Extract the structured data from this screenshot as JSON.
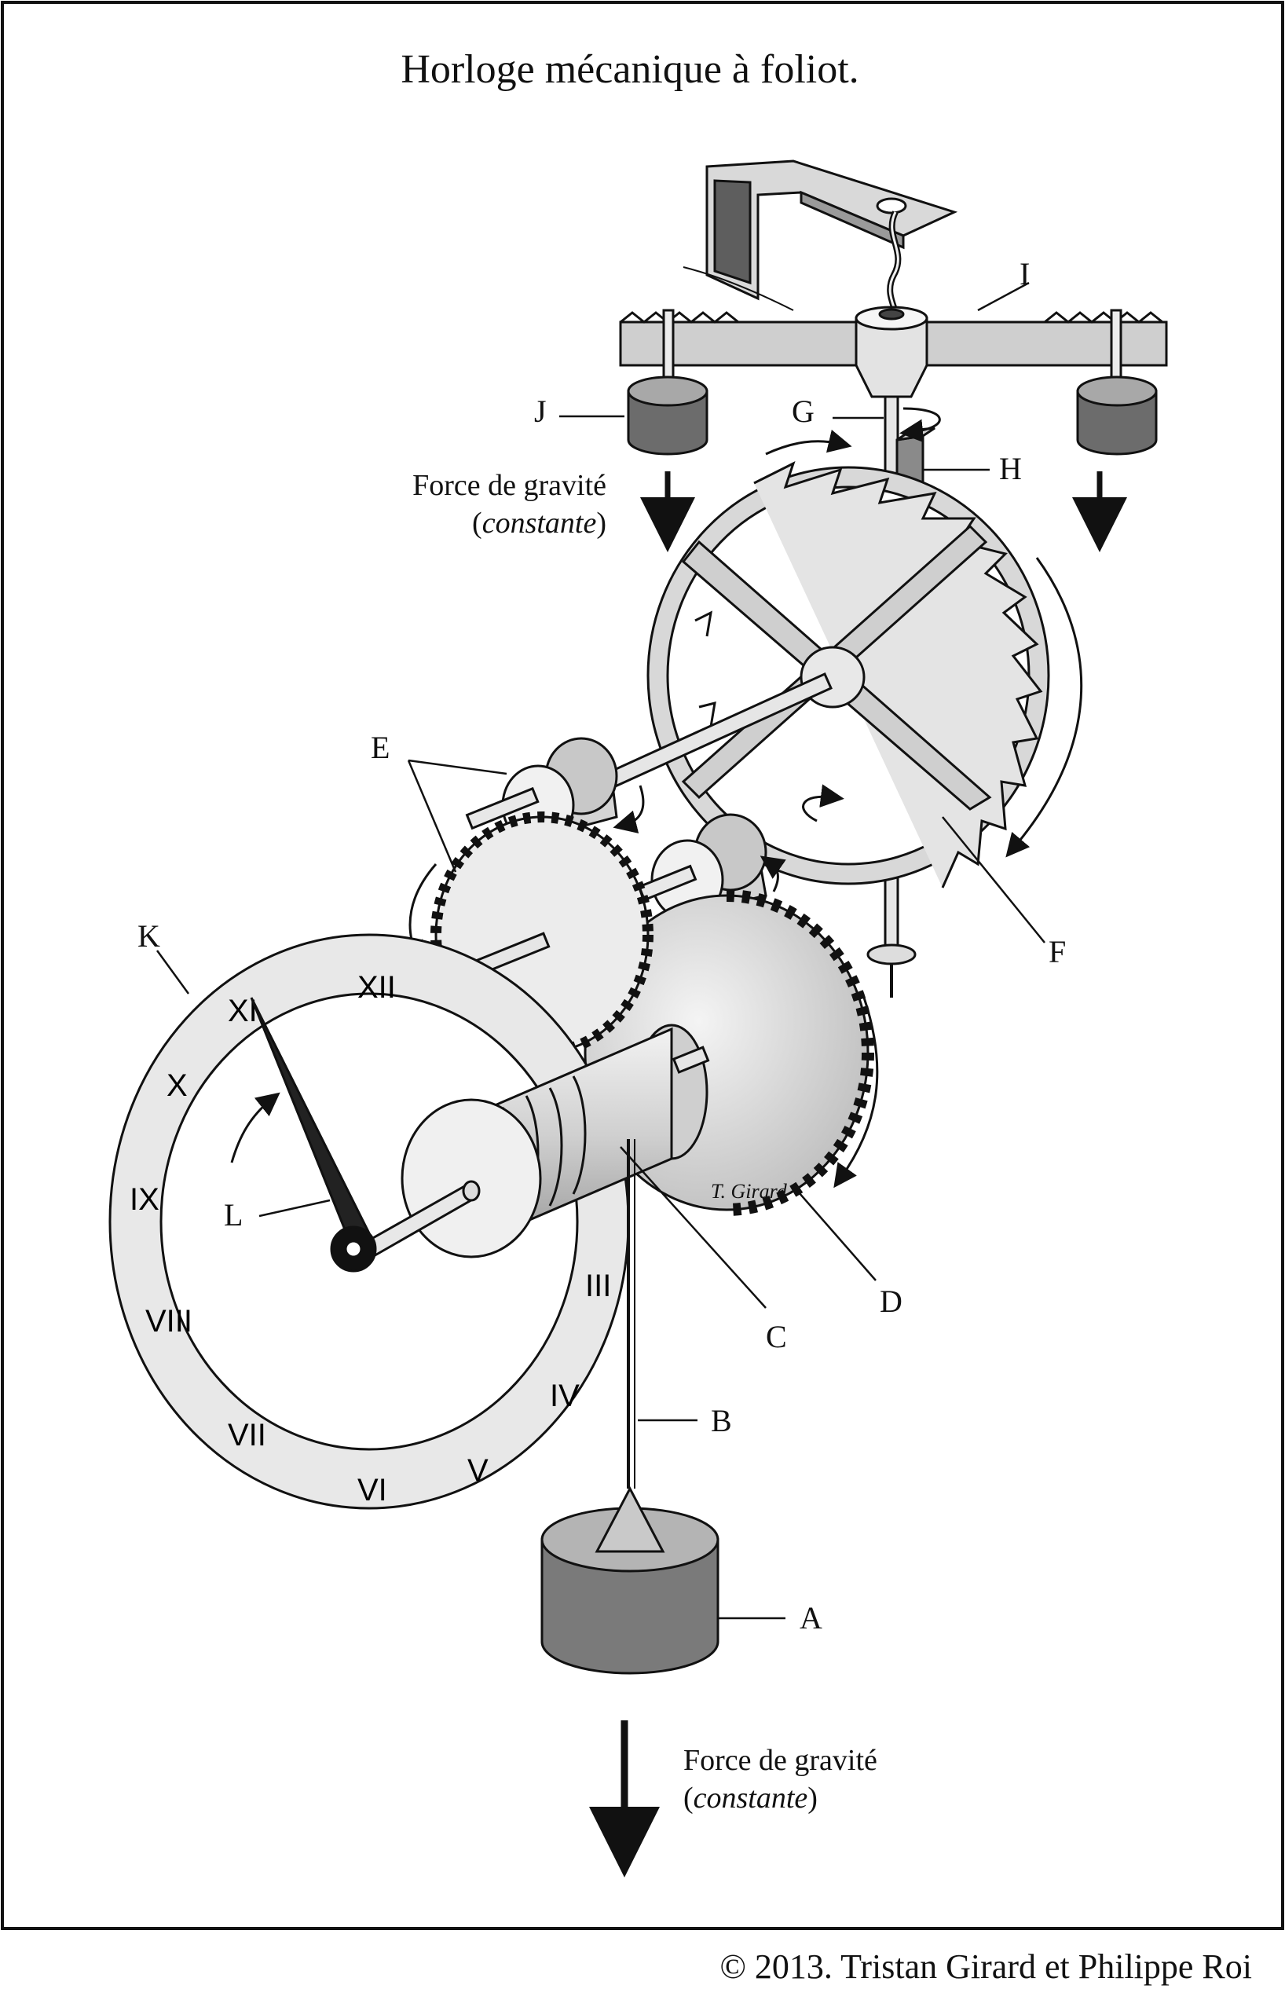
{
  "title": "Horloge mécanique à foliot.",
  "labels": {
    "A": "A",
    "B": "B",
    "C": "C",
    "D": "D",
    "E": "E",
    "F": "F",
    "G": "G",
    "H": "H",
    "I": "I",
    "J": "J",
    "K": "K",
    "L": "L"
  },
  "gravity_top": {
    "text": "Force de gravité",
    "note": "constante"
  },
  "gravity_bottom": {
    "text": "Force de gravité",
    "note": "constante"
  },
  "dial_numerals": [
    "XII",
    "XI",
    "X",
    "IX",
    "VIII",
    "VII",
    "VI",
    "V",
    "IV",
    "III"
  ],
  "signature": "T. Girard",
  "copyright": "© 2013. Tristan Girard et Philippe Roi",
  "colors": {
    "stroke": "#111111",
    "light_fill": "#e9e9e9",
    "mid_fill": "#bdbdbd",
    "dark_fill": "#6f6f6f",
    "weight_fill": "#7d7d7d"
  }
}
